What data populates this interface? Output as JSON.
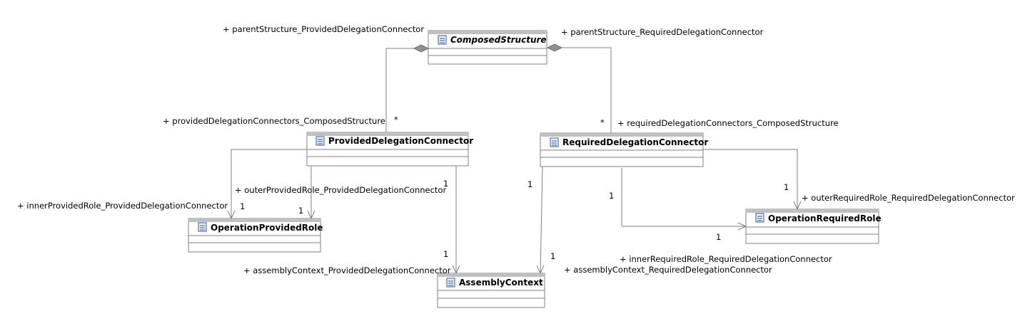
{
  "classes": {
    "composed_structure": "ComposedStructure",
    "provided_delegation_connector": "ProvidedDelegationConnector",
    "required_delegation_connector": "RequiredDelegationConnector",
    "operation_provided_role": "OperationProvidedRole",
    "operation_required_role": "OperationRequiredRole",
    "assembly_context": "AssemblyContext"
  },
  "roles": {
    "parent_structure_provided": "+ parentStructure_ProvidedDelegationConnector",
    "parent_structure_required": "+ parentStructure_RequiredDelegationConnector",
    "provided_connectors_composed": "+ providedDelegationConnectors_ComposedStructure",
    "required_connectors_composed": "+ requiredDelegationConnectors_ComposedStructure",
    "outer_provided_role": "+ outerProvidedRole_ProvidedDelegationConnector",
    "inner_provided_role": "+ innerProvidedRole_ProvidedDelegationConnector",
    "outer_required_role": "+ outerRequiredRole_RequiredDelegationConnector",
    "inner_required_role": "+ innerRequiredRole_RequiredDelegationConnector",
    "assembly_context_provided": "+ assemblyContext_ProvidedDelegationConnector",
    "assembly_context_required": "+ assemblyContext_RequiredDelegationConnector"
  },
  "multiplicities": {
    "many_provided": "*",
    "many_required": "*",
    "inner_provided_1": "1",
    "outer_provided_1": "1",
    "provided_assembly_src_1": "1",
    "provided_assembly_tgt_1": "1",
    "required_assembly_src_1": "1",
    "required_assembly_tgt_1": "1",
    "inner_required_src_1": "1",
    "inner_required_tgt_1": "1",
    "outer_required_1": "1"
  },
  "icons": {
    "class": "class-icon"
  }
}
